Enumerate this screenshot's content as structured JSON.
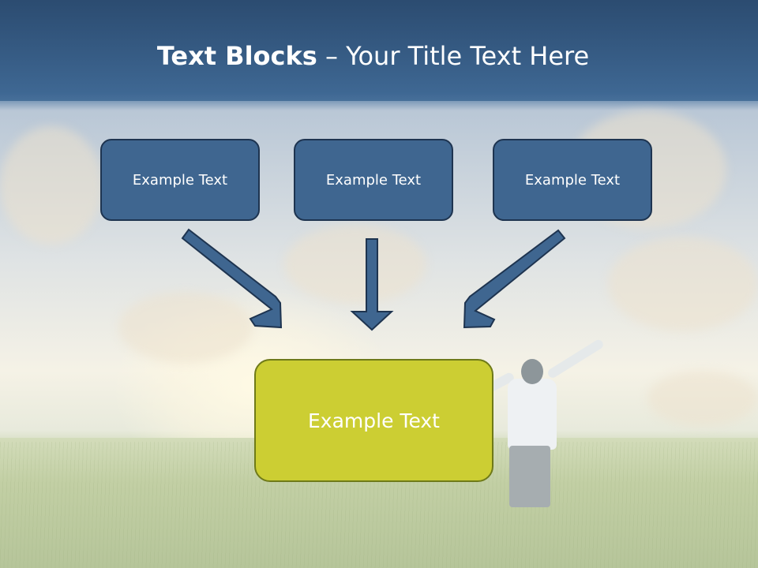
{
  "title": {
    "bold": "Text Blocks",
    "separator": " – ",
    "rest": "Your Title Text Here"
  },
  "blocks": [
    {
      "label": "Example Text"
    },
    {
      "label": "Example Text"
    },
    {
      "label": "Example Text"
    }
  ],
  "target": {
    "label": "Example Text"
  },
  "colors": {
    "header": "#3b628c",
    "block_fill": "#3f6690",
    "block_border": "#1e3450",
    "target_fill": "#ccce33",
    "target_border": "#6f7a18",
    "arrow_fill": "#3f6690"
  }
}
